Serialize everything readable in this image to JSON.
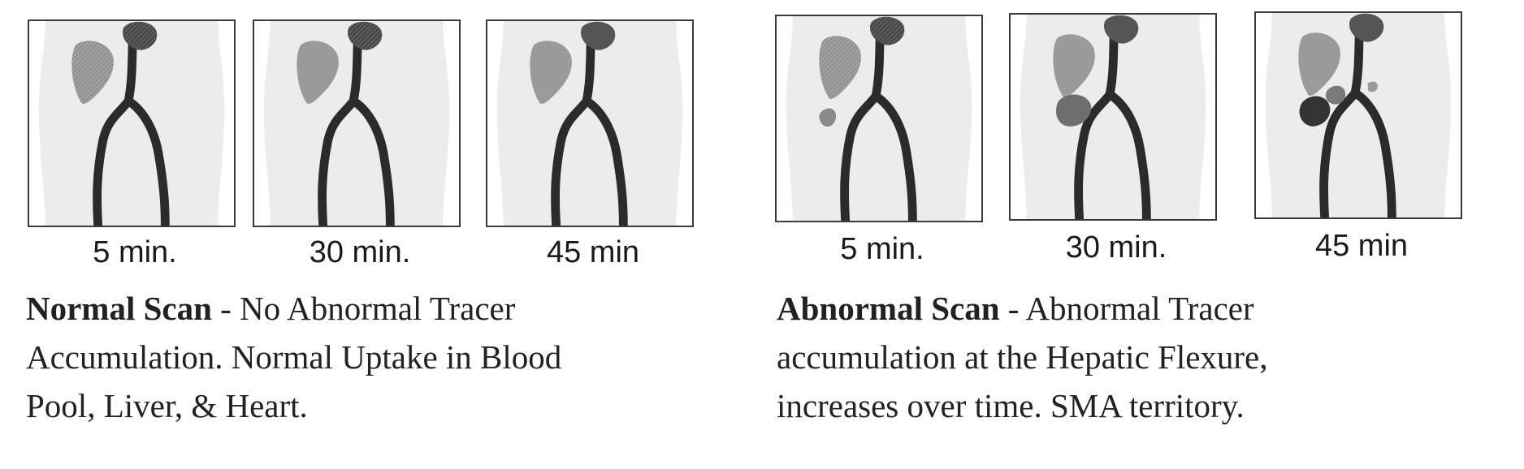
{
  "normal": {
    "scans": [
      {
        "time_label": "5 min."
      },
      {
        "time_label": "30 min."
      },
      {
        "time_label": "45 min"
      }
    ],
    "caption": {
      "title": "Normal Scan",
      "line1": " - No Abnormal Tracer",
      "line2": "Accumulation.  Normal Uptake in Blood",
      "line3": "Pool, Liver, & Heart."
    }
  },
  "abnormal": {
    "scans": [
      {
        "time_label": "5 min."
      },
      {
        "time_label": "30 min."
      },
      {
        "time_label": "45 min"
      }
    ],
    "caption": {
      "title": "Abnormal Scan",
      "line1": " - Abnormal Tracer",
      "line2": "accumulation at the Hepatic Flexure,",
      "line3": "increases over time.  SMA territory."
    }
  },
  "colors": {
    "body_silhouette": "#ececec",
    "vessel": "#2b2b2b",
    "liver": "#9a9a9a",
    "heart": "#555555",
    "abnormal_uptake": "#6e6e6e",
    "abnormal_uptake_dark": "#333333"
  }
}
